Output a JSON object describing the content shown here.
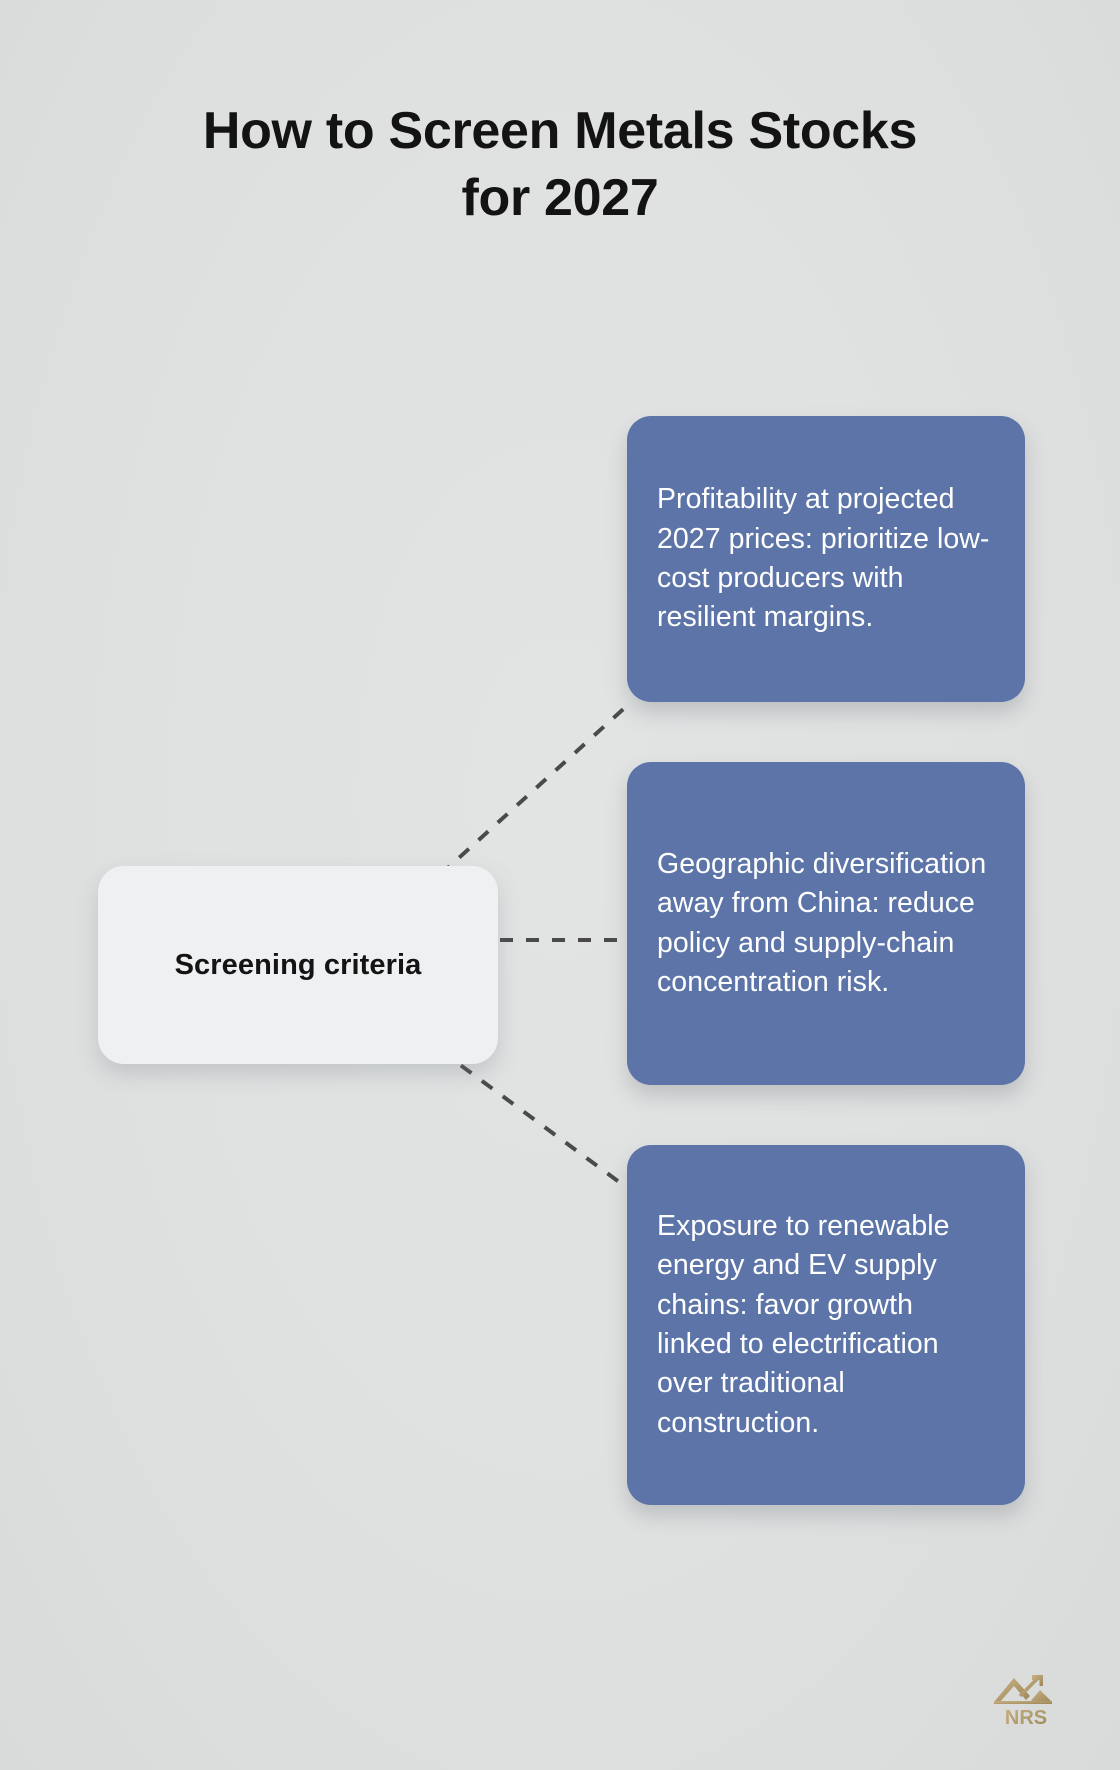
{
  "page": {
    "title": "How to Screen Metals Stocks\nfor 2027",
    "background_color": "#dfe1e1"
  },
  "diagram": {
    "type": "mindmap",
    "center": {
      "label": "Screening criteria",
      "fill_color": "#eef0f2",
      "text_color": "#141414"
    },
    "connector": {
      "style": "dashed",
      "color": "#4a4a4a"
    },
    "branches": [
      {
        "id": "profitability",
        "text": "Profitability at projected 2027 prices: prioritize low-cost producers with resilient margins.",
        "fill_color": "#5c74a7",
        "text_color": "#ffffff"
      },
      {
        "id": "geographic-diversification",
        "text": "Geographic diversification away from China: reduce policy and supply-chain concentration risk.",
        "fill_color": "#5c74a7",
        "text_color": "#ffffff"
      },
      {
        "id": "renewable-ev-exposure",
        "text": "Exposure to renewable energy and EV supply chains: favor growth linked to electrification over traditional construction.",
        "fill_color": "#5c74a7",
        "text_color": "#ffffff"
      }
    ]
  },
  "branding": {
    "logo_text": "NRS",
    "logo_icon": "mountain-arrow-icon",
    "logo_color": "#b39a6a"
  }
}
